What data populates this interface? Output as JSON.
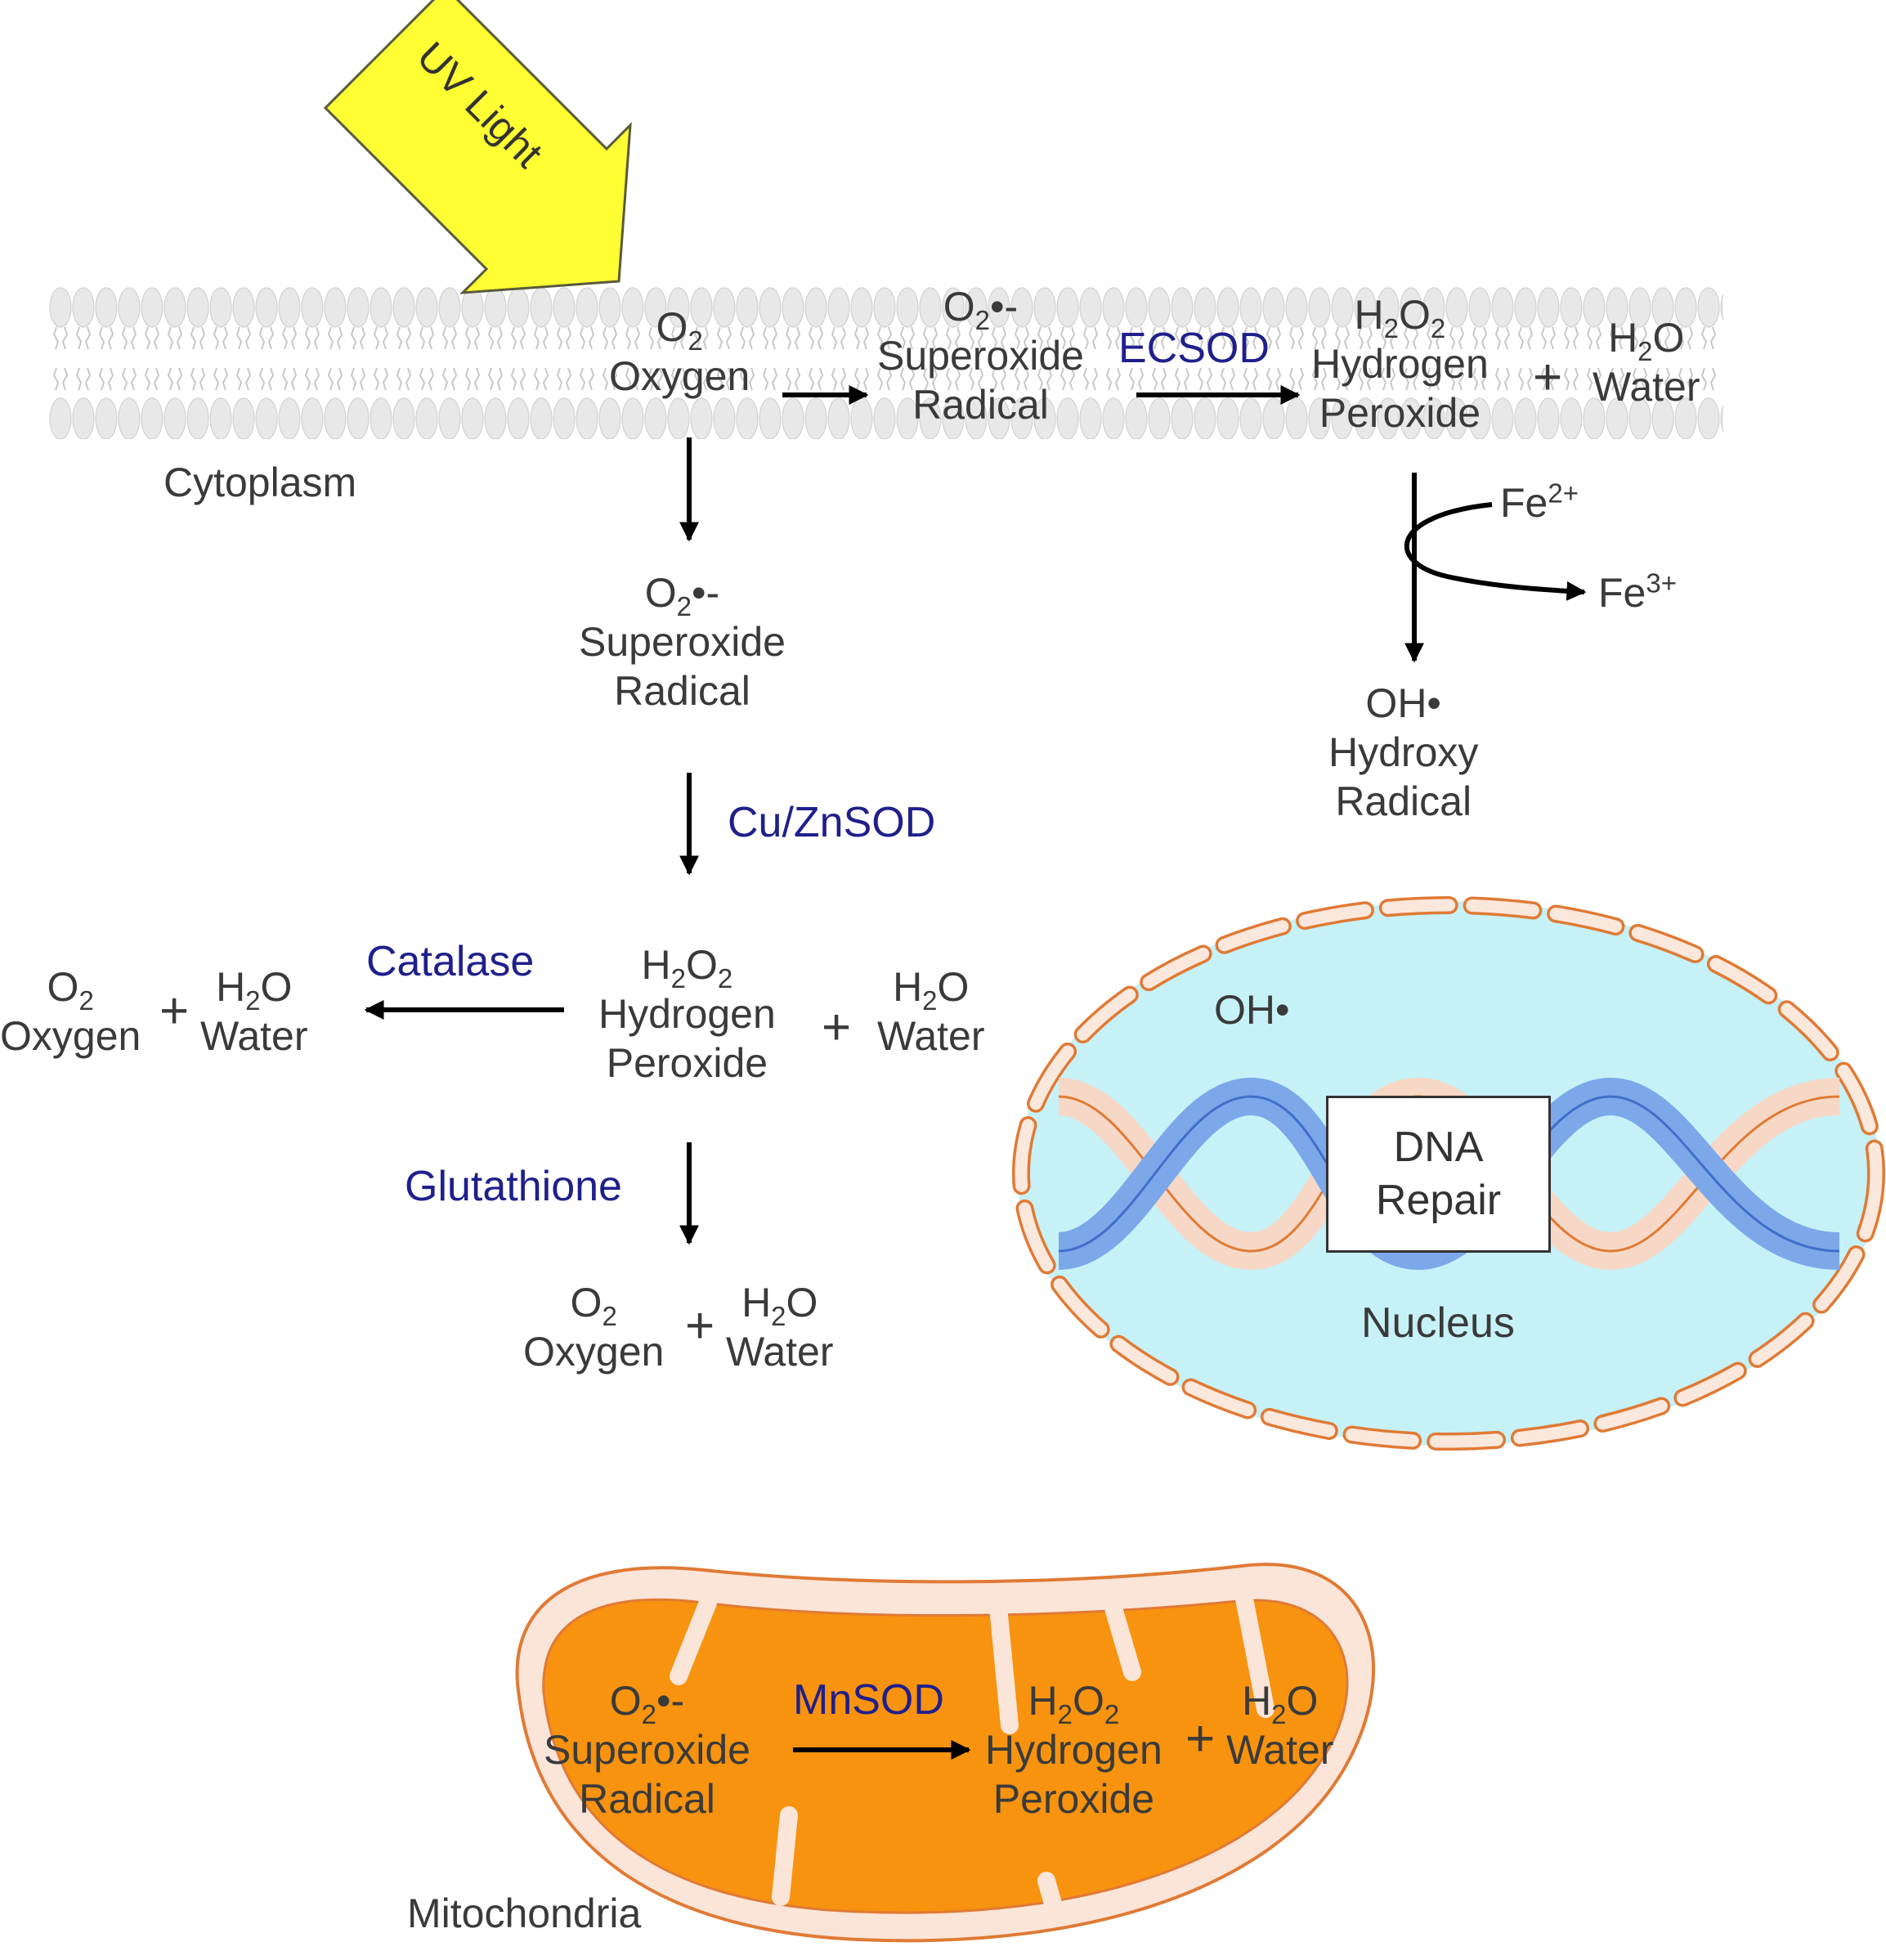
{
  "colors": {
    "uv_arrow_fill": "#ffff33",
    "membrane": "#e6e6e6",
    "nucleus_fill": "#c6f1f7",
    "nucleus_envelope": "#e07a35",
    "dna_strand_blue": "#7ca8ea",
    "dna_strand_peach": "#f7d8c6",
    "mito_fill": "#f7930f",
    "mito_membrane": "#fbe5d8",
    "enzyme_text": "#1f1f8c",
    "text": "#3a3a3a"
  },
  "uv": {
    "label": "UV Light"
  },
  "regions": {
    "cytoplasm": "Cytoplasm",
    "nucleus": "Nucleus",
    "mitochondria": "Mitochondria"
  },
  "common": {
    "o2": "O",
    "o2_sub": "2",
    "superoxide_sym": "O",
    "superoxide_sub": "2",
    "superoxide_suffix": "•-",
    "h2o2_h": "H",
    "h2o2_sub1": "2",
    "h2o2_o": "O",
    "h2o2_sub2": "2",
    "h2o_h": "H",
    "h2o_sub": "2",
    "h2o_o": "O",
    "plus": "+"
  },
  "membrane": {
    "oxygen": "Oxygen",
    "superoxide_l1": "Superoxide",
    "superoxide_l2": "Radical",
    "enzyme": "ECSOD",
    "hydrogen": "Hydrogen",
    "peroxide": "Peroxide",
    "water": "Water"
  },
  "fenton": {
    "fe2": "Fe",
    "fe2_sup": "2+",
    "fe3": "Fe",
    "fe3_sup": "3+",
    "oh": "OH•",
    "hydroxy_l1": "Hydroxy",
    "hydroxy_l2": "Radical"
  },
  "cytoplasm_path": {
    "superoxide_l1": "Superoxide",
    "superoxide_l2": "Radical",
    "enzyme": "Cu/ZnSOD",
    "hydrogen": "Hydrogen",
    "peroxide": "Peroxide",
    "water": "Water",
    "catalase": "Catalase",
    "catalase_oxygen": "Oxygen",
    "catalase_water": "Water",
    "glutathione": "Glutathione",
    "gsh_oxygen": "Oxygen",
    "gsh_water": "Water"
  },
  "nucleus": {
    "oh": "OH•",
    "dna_l1": "DNA",
    "dna_l2": "Repair"
  },
  "mito": {
    "superoxide_l1": "Superoxide",
    "superoxide_l2": "Radical",
    "enzyme": "MnSOD",
    "hydrogen": "Hydrogen",
    "peroxide": "Peroxide",
    "water": "Water"
  }
}
